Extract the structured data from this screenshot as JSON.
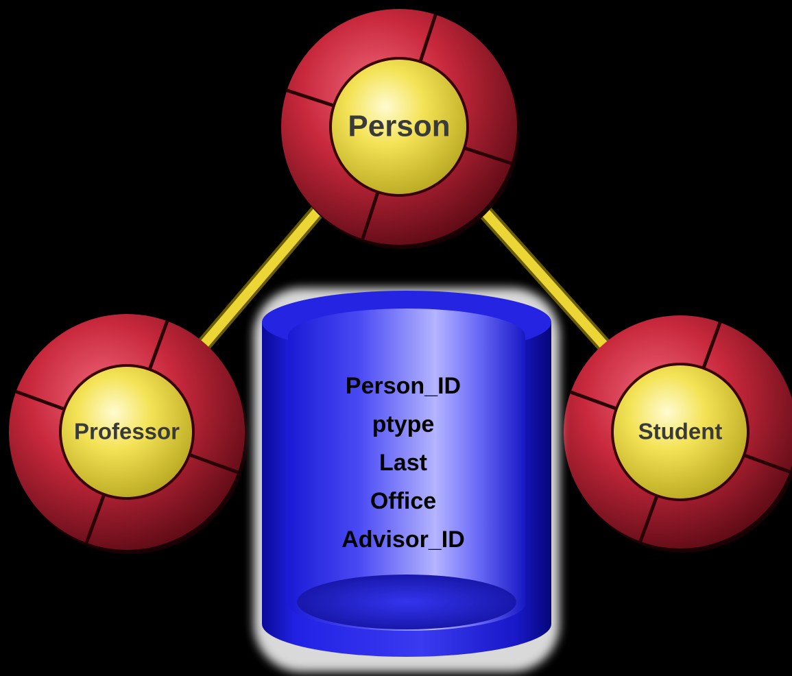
{
  "nodes": {
    "person": {
      "label": "Person"
    },
    "professor": {
      "label": "Professor"
    },
    "student": {
      "label": "Student"
    }
  },
  "table": {
    "fields": [
      "Person_ID",
      "ptype",
      "Last",
      "Office",
      "Advisor_ID"
    ]
  },
  "colors": {
    "background": "#000000",
    "ring": "#c8283c",
    "hub": "#f2e04a",
    "connector": "#e8d028",
    "cylinder": "#2020e0"
  }
}
